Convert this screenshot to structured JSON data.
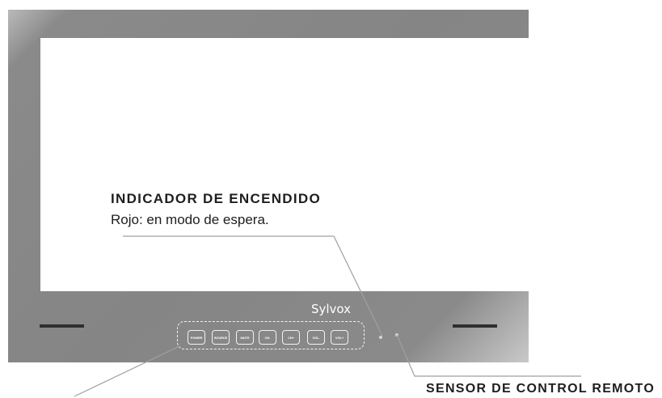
{
  "brand": "Sylvox",
  "buttons": [
    "POWER",
    "SOURCE",
    "MUTE",
    "CH-",
    "CH+",
    "VOL-",
    "VOL+"
  ],
  "labels": {
    "power_indicator_title": "INDICADOR DE ENCENDIDO",
    "power_indicator_desc": "Rojo: en modo de espera.",
    "remote_sensor_title": "SENSOR DE CONTROL REMOTO"
  },
  "colors": {
    "bezel": "#858585",
    "screen": "#ffffff",
    "leader_line": "#a0a0a0",
    "text": "#1e1e1e"
  }
}
